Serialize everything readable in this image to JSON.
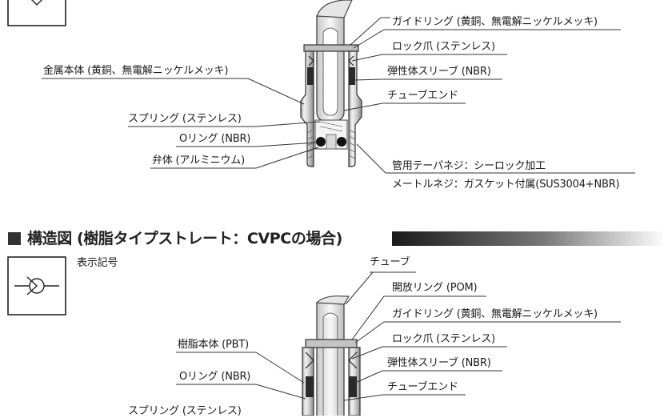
{
  "top": {
    "labels": {
      "guide_ring": "ガイドリング (黄銅、無電解ニッケルメッキ)",
      "lock_claw": "ロック爪 (ステンレス)",
      "metal_body": "金属本体 (黄銅、無電解ニッケルメッキ)",
      "elastic_sleeve": "弾性体スリーブ (NBR)",
      "tube_end": "チューブエンド",
      "spring": "スプリング (ステンレス)",
      "o_ring": "Oリング (NBR)",
      "valve_body": "弁体 (アルミニウム)",
      "pipe_thread": "管用テーパネジ：シーロック加工",
      "metric_thread": "メートルネジ：ガスケット付属(SUS3004+NBR)"
    }
  },
  "section": {
    "title": "■ 構造図 (樹脂タイプストレート：CVPCの場合)",
    "title_text": "構造図 (樹脂タイプストレート：CVPCの場合)"
  },
  "bottom": {
    "symbol_label": "表示記号",
    "labels": {
      "tube": "チューブ",
      "release_ring": "開放リング (POM)",
      "guide_ring": "ガイドリング (黄銅、無電解ニッケルメッキ)",
      "resin_body": "樹脂本体 (PBT)",
      "lock_claw": "ロック爪 (ステンレス)",
      "elastic_sleeve": "弾性体スリーブ (NBR)",
      "o_ring": "Oリング (NBR)",
      "tube_end": "チューブエンド",
      "spring": "スプリング (ステンレス)"
    }
  }
}
